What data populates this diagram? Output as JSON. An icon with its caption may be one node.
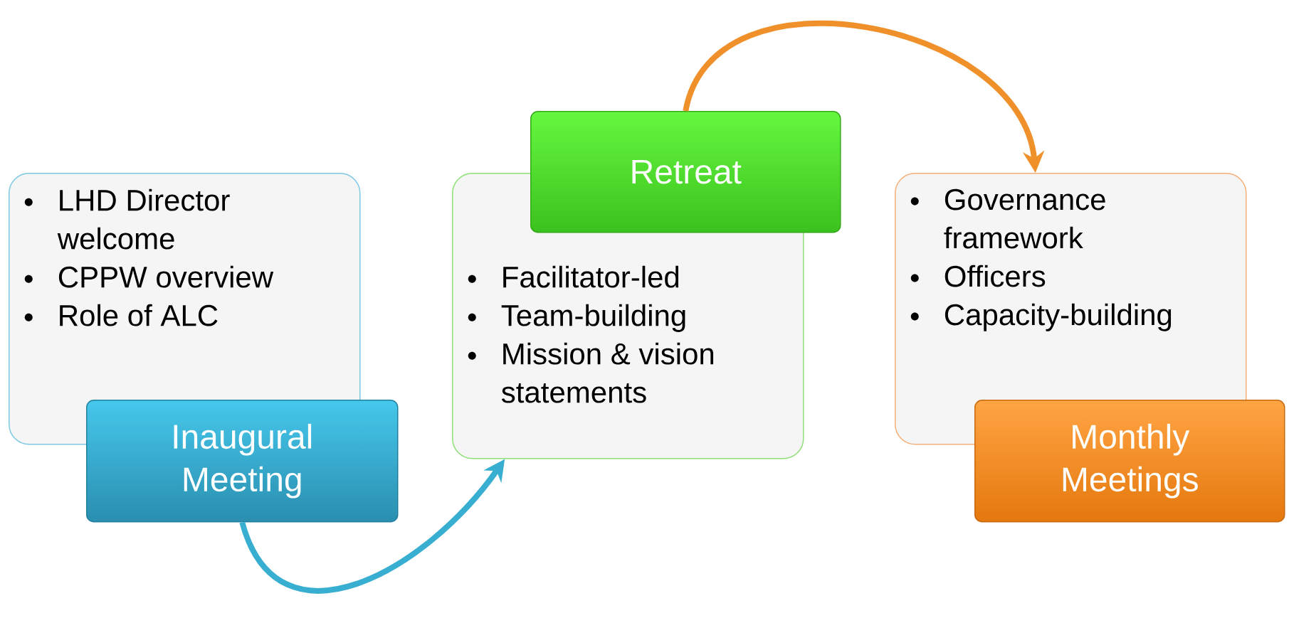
{
  "diagram": {
    "nodes": [
      {
        "text": [
          "LHD Director welcome",
          "CPPW overview",
          "Role of ALC"
        ]
      },
      {
        "text": [
          "Inaugural Meeting"
        ]
      },
      {
        "text": [
          "Retreat"
        ]
      },
      {
        "text": [
          "Facilitator-led",
          "Team-building",
          "Mission & vision statements"
        ]
      },
      {
        "text": [
          "Governance framework",
          "Officers",
          "Capacity-building"
        ]
      },
      {
        "text": [
          "Monthly Meetings"
        ]
      }
    ],
    "edges": [
      {
        "from": 1,
        "to": 3,
        "arrow": "to",
        "color": "#38aed0"
      },
      {
        "from": 2,
        "to": 4,
        "arrow": "to",
        "color": "#f0902a"
      }
    ]
  }
}
